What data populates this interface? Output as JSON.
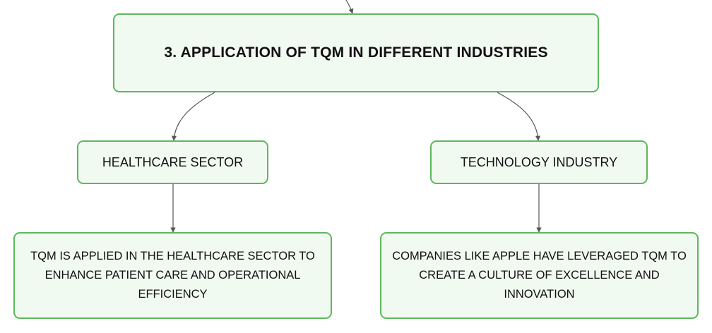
{
  "diagram": {
    "root": {
      "label": "3. APPLICATION OF TQM IN DIFFERENT INDUSTRIES"
    },
    "branches": [
      {
        "label": "HEALTHCARE SECTOR",
        "detail": "TQM IS APPLIED IN THE HEALTHCARE SECTOR TO ENHANCE PATIENT CARE AND OPERATIONAL EFFICIENCY"
      },
      {
        "label": "TECHNOLOGY INDUSTRY",
        "detail": "COMPANIES LIKE APPLE HAVE LEVERAGED TQM TO CREATE A CULTURE OF EXCELLENCE AND INNOVATION"
      }
    ],
    "colors": {
      "node_border": "#5cb85c",
      "node_fill": "#f1faf1",
      "connector": "#555555",
      "text": "#111111"
    }
  }
}
